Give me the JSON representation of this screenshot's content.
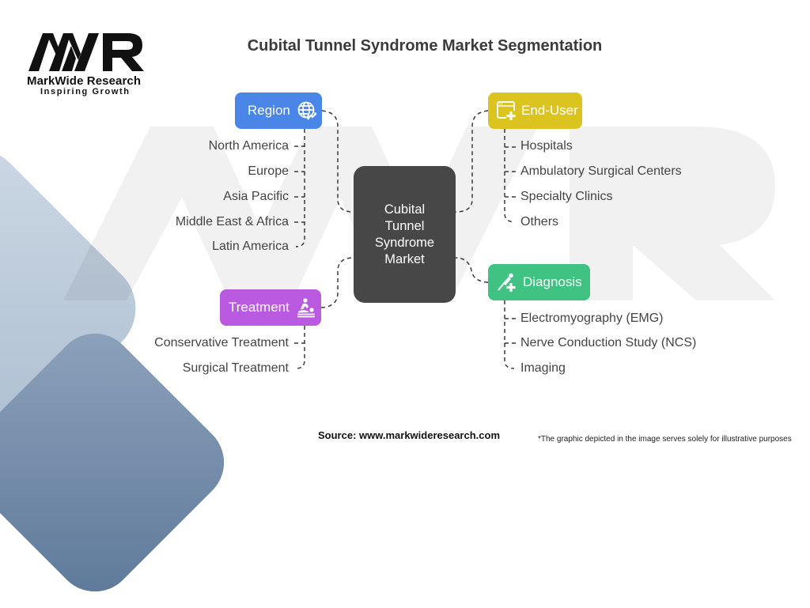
{
  "brand": {
    "logo_text": "MWR",
    "name": "MarkWide Research",
    "tagline": "Inspiring Growth"
  },
  "title": "Cubital Tunnel Syndrome Market Segmentation",
  "center_node": "Cubital Tunnel Syndrome Market",
  "segments": {
    "region": {
      "label": "Region",
      "icon": "globe-growth-icon",
      "color": "#4a86e8",
      "items": [
        "North America",
        "Europe",
        "Asia Pacific",
        "Middle East & Africa",
        "Latin America"
      ]
    },
    "end_user": {
      "label": "End-User",
      "icon": "hospital-window-plus-icon",
      "color": "#dbc41f",
      "items": [
        "Hospitals",
        "Ambulatory Surgical Centers",
        "Specialty Clinics",
        "Others"
      ]
    },
    "treatment": {
      "label": "Treatment",
      "icon": "massage-therapy-icon",
      "color": "#b95ae0",
      "items": [
        "Conservative Treatment",
        "Surgical Treatment"
      ]
    },
    "diagnosis": {
      "label": "Diagnosis",
      "icon": "medical-probe-plus-icon",
      "color": "#3fc282",
      "items": [
        "Electromyography (EMG)",
        "Nerve Conduction Study (NCS)",
        "Imaging"
      ]
    }
  },
  "footer": {
    "source": "Source: www.markwideresearch.com",
    "note": "*The graphic depicted in the image serves solely for illustrative purposes"
  }
}
